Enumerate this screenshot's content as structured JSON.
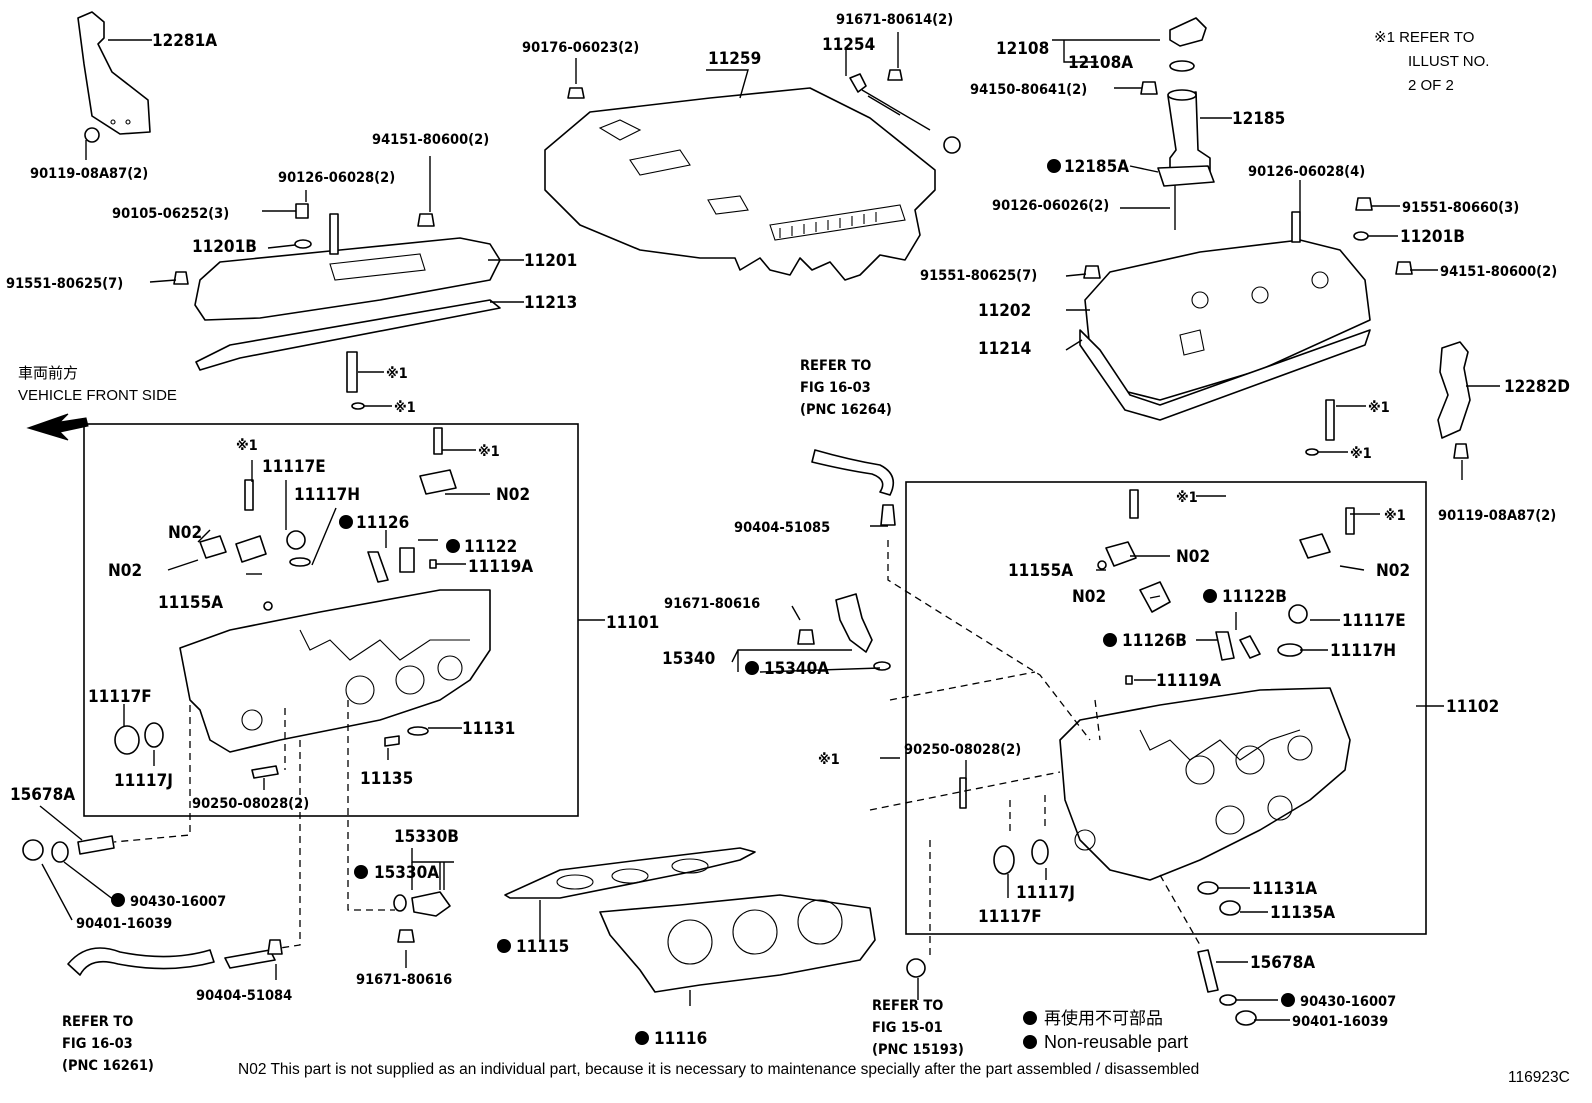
{
  "labels": {
    "p12281A": "12281A",
    "p90119a": "90119-08A87(2)",
    "p90176": "90176-06023(2)",
    "p11259": "11259",
    "p91671_80614": "91671-80614(2)",
    "p11254": "11254",
    "p12108": "12108",
    "p12108A": "12108A",
    "p94150": "94150-80641(2)",
    "p12185": "12185",
    "p12185A": "12185A",
    "p90126_06026": "90126-06026(2)",
    "p94151a": "94151-80600(2)",
    "p90126_06028a": "90126-06028(2)",
    "p90105": "90105-06252(3)",
    "p11201Ba": "11201B",
    "p11201": "11201",
    "p91551a": "91551-80625(7)",
    "p11213": "11213",
    "p90126_06028b": "90126-06028(4)",
    "p91551_80660": "91551-80660(3)",
    "p11201Bb": "11201B",
    "p91551b": "91551-80625(7)",
    "p94151b": "94151-80600(2)",
    "p11202": "11202",
    "p11214": "11214",
    "p12282D": "12282D",
    "p90119b": "90119-08A87(2)",
    "ref1_a": "※1",
    "ref1_b": "※1",
    "ref1_c": "※1",
    "ref1_d": "※1",
    "ref1_e": "※1",
    "ref1_f": "※1",
    "ref1_g": "※1",
    "ref1_h": "※1",
    "ref1_i": "※1",
    "p11117Ea": "11117E",
    "p11117Ha": "11117H",
    "p11126": "11126",
    "p11122": "11122",
    "p11119A_a": "11119A",
    "p11155A_a": "11155A",
    "N02_a": "N02",
    "N02_b": "N02",
    "N02_c": "N02",
    "N02_d": "N02",
    "N02_e": "N02",
    "N02_f": "N02",
    "p11101": "11101",
    "p11117Fa": "11117F",
    "p11117Ja": "11117J",
    "p11131": "11131",
    "p11135": "11135",
    "p90250a": "90250-08028(2)",
    "p15678Aa": "15678A",
    "p90430a": "90430-16007",
    "p90401a": "90401-16039",
    "p90404_51084": "90404-51084",
    "p15330B": "15330B",
    "p15330A": "15330A",
    "p91671_80616b": "91671-80616",
    "p11115": "11115",
    "p11116": "11116",
    "p90404_51085": "90404-51085",
    "p91671_80616a": "91671-80616",
    "p15340": "15340",
    "p15340A": "15340A",
    "p11155A_b": "11155A",
    "p11122B": "11122B",
    "p11117Eb": "11117E",
    "p11126B": "11126B",
    "p11117Hb": "11117H",
    "p11119A_b": "11119A",
    "p11102": "11102",
    "p90250b": "90250-08028(2)",
    "p11117Jb": "11117J",
    "p11117Fb": "11117F",
    "p11131A": "11131A",
    "p11135A": "11135A",
    "p15678Ab": "15678A",
    "p90430b": "90430-16007",
    "p90401b": "90401-16039"
  },
  "refer_notes": {
    "top_line1": "REFER TO",
    "top_line2": "FIG 16-03",
    "top_line3": "(PNC 16264)",
    "left_line1": "REFER TO",
    "left_line2": "FIG 16-03",
    "left_line3": "(PNC 16261)",
    "mid_line1": "REFER TO",
    "mid_line2": "FIG 15-01",
    "mid_line3": "(PNC 15193)"
  },
  "corner_note": {
    "line1": "※1 REFER TO",
    "line2": "ILLUST NO.",
    "line3": "2 OF 2"
  },
  "direction": {
    "jp": "車両前方",
    "en": "VEHICLE FRONT SIDE"
  },
  "legend": {
    "jp": "再使用不可部品",
    "en": "Non-reusable part"
  },
  "footnote": "N02  This part is not supplied as an individual part, because it is necessary to maintenance specially after the part assembled / disassembled",
  "illustration_id": "116923C"
}
